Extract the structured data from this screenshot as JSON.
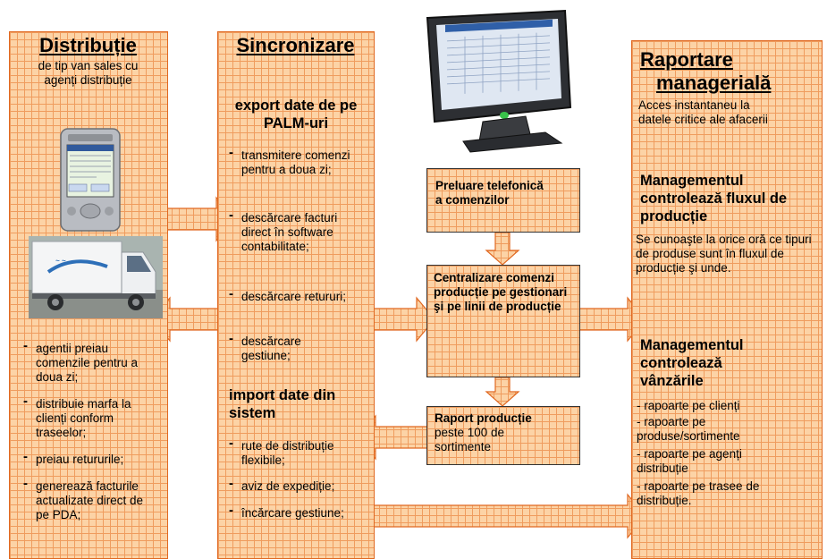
{
  "distributie": {
    "title": "Distribuție",
    "subtitle_l1": "de tip van sales cu",
    "subtitle_l2": "agenți distribuție",
    "bullets": [
      "agentii preiau comenzile pentru a doua zi;",
      "distribuie marfa la clienți conform traseelor;",
      "preiau retururile;",
      "generează facturile actualizate direct de pe PDA;"
    ]
  },
  "sincronizare": {
    "title": "Sincronizare",
    "export_title": "export date de pe PALM-uri",
    "export_bullets": [
      "transmitere comenzi pentru a doua zi;",
      "descărcare facturi direct în software contabilitate;",
      "descărcare retururi;",
      "descărcare gestiune;"
    ],
    "import_title": "import date din sistem",
    "import_bullets": [
      "rute de distribuție flexibile;",
      "aviz de expediție;",
      "încărcare gestiune;"
    ]
  },
  "center": {
    "preluare": "Preluare telefonică a comenzilor",
    "centralizare": "Centralizare comenzi producție pe gestionari şi pe linii de producție",
    "raport_title": "Raport producție",
    "raport_text": "peste 100 de sortimente"
  },
  "raportare": {
    "title_l1": "Raportare",
    "title_l2": "managerială",
    "intro": "Acces instantaneu la datele critice ale afacerii",
    "flux_title": "Managementul controlează fluxul de producție",
    "flux_text": "Se cunoaşte la orice oră ce tipuri de produse sunt în fluxul de producție şi unde.",
    "vanzari_title": "Managementul controlează vânzările",
    "vanzari_items": [
      "- rapoarte pe clienți",
      "- rapoarte pe produse/sortimente",
      "- rapoarte pe agenți distribuție",
      "- rapoarte pe trasee de distribuție."
    ]
  },
  "colors": {
    "fill": "#fcd3a6",
    "grid": "#ef9c5e",
    "border": "#e06820"
  }
}
